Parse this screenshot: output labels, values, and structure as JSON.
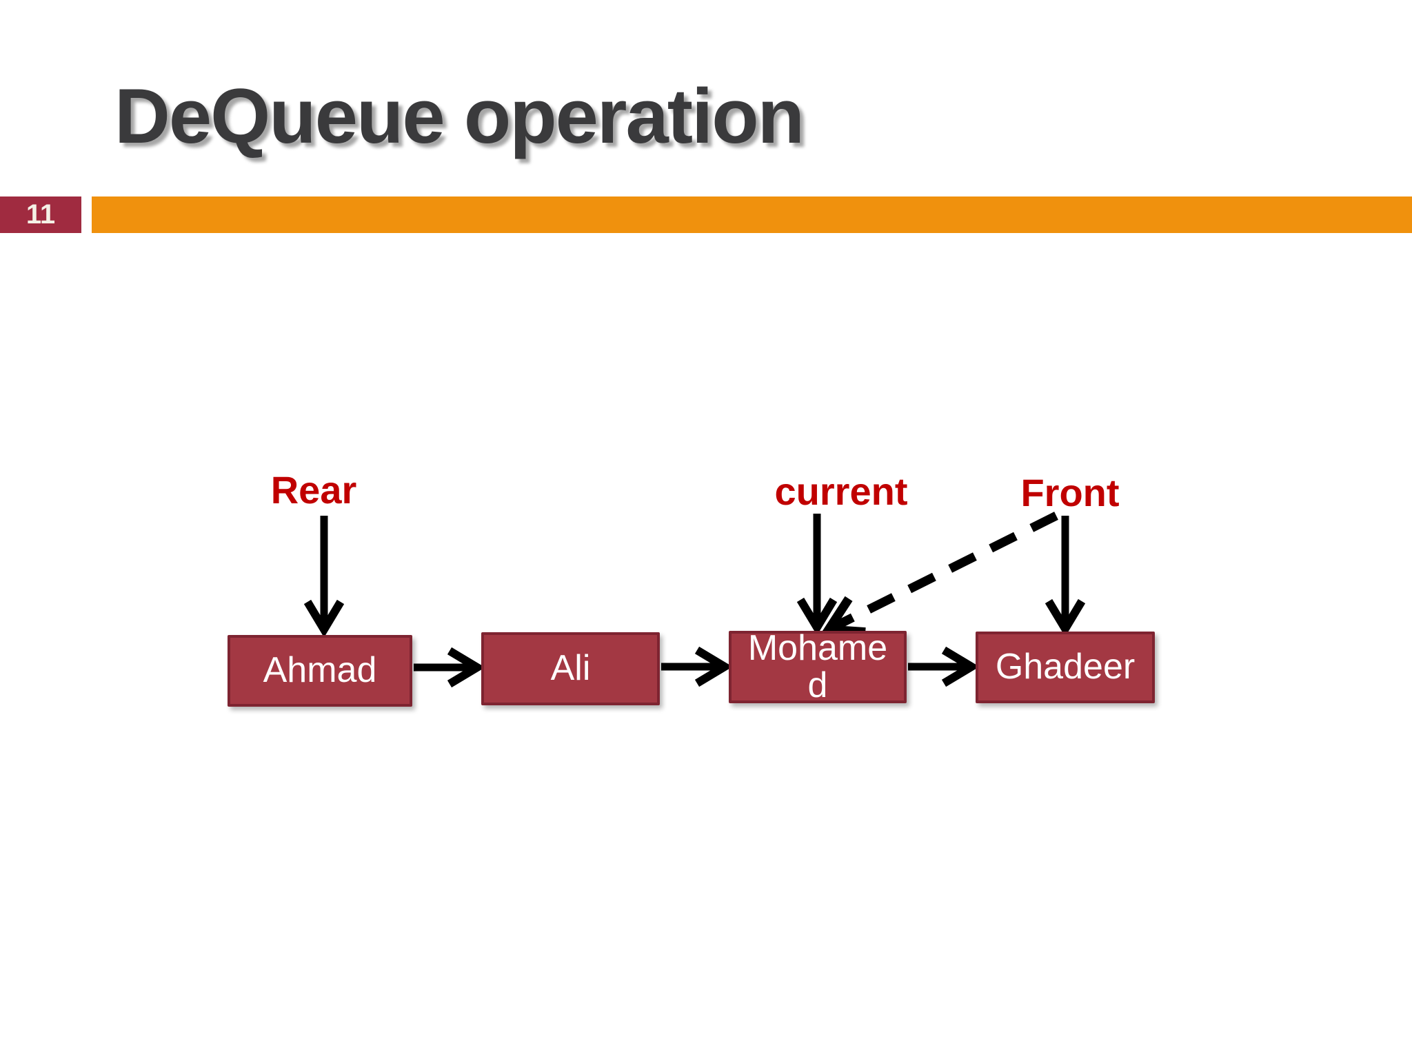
{
  "slide": {
    "title": "DeQueue operation",
    "page_number": "11",
    "colors": {
      "accent_orange": "#F0910D",
      "badge_maroon": "#A02B40",
      "node_fill": "#A33843",
      "node_border": "#7E2431",
      "pointer_red": "#C00000",
      "title_gray": "#3A3A3C",
      "arrow_black": "#000000"
    }
  },
  "diagram": {
    "pointers": [
      {
        "label": "Rear",
        "target": "Ahmad"
      },
      {
        "label": "current",
        "target": "Mohamed"
      },
      {
        "label": "Front",
        "target": "Ghadeer"
      }
    ],
    "nodes": [
      {
        "label": "Ahmad"
      },
      {
        "label": "Ali"
      },
      {
        "label": "Mohame\nd"
      },
      {
        "label": "Ghadeer"
      }
    ],
    "links": [
      {
        "from": "Ahmad",
        "to": "Ali",
        "style": "solid"
      },
      {
        "from": "Ali",
        "to": "Mohamed",
        "style": "solid"
      },
      {
        "from": "Mohamed",
        "to": "Ghadeer",
        "style": "solid"
      },
      {
        "from": "Front",
        "to": "Mohamed",
        "style": "dashed"
      }
    ]
  }
}
